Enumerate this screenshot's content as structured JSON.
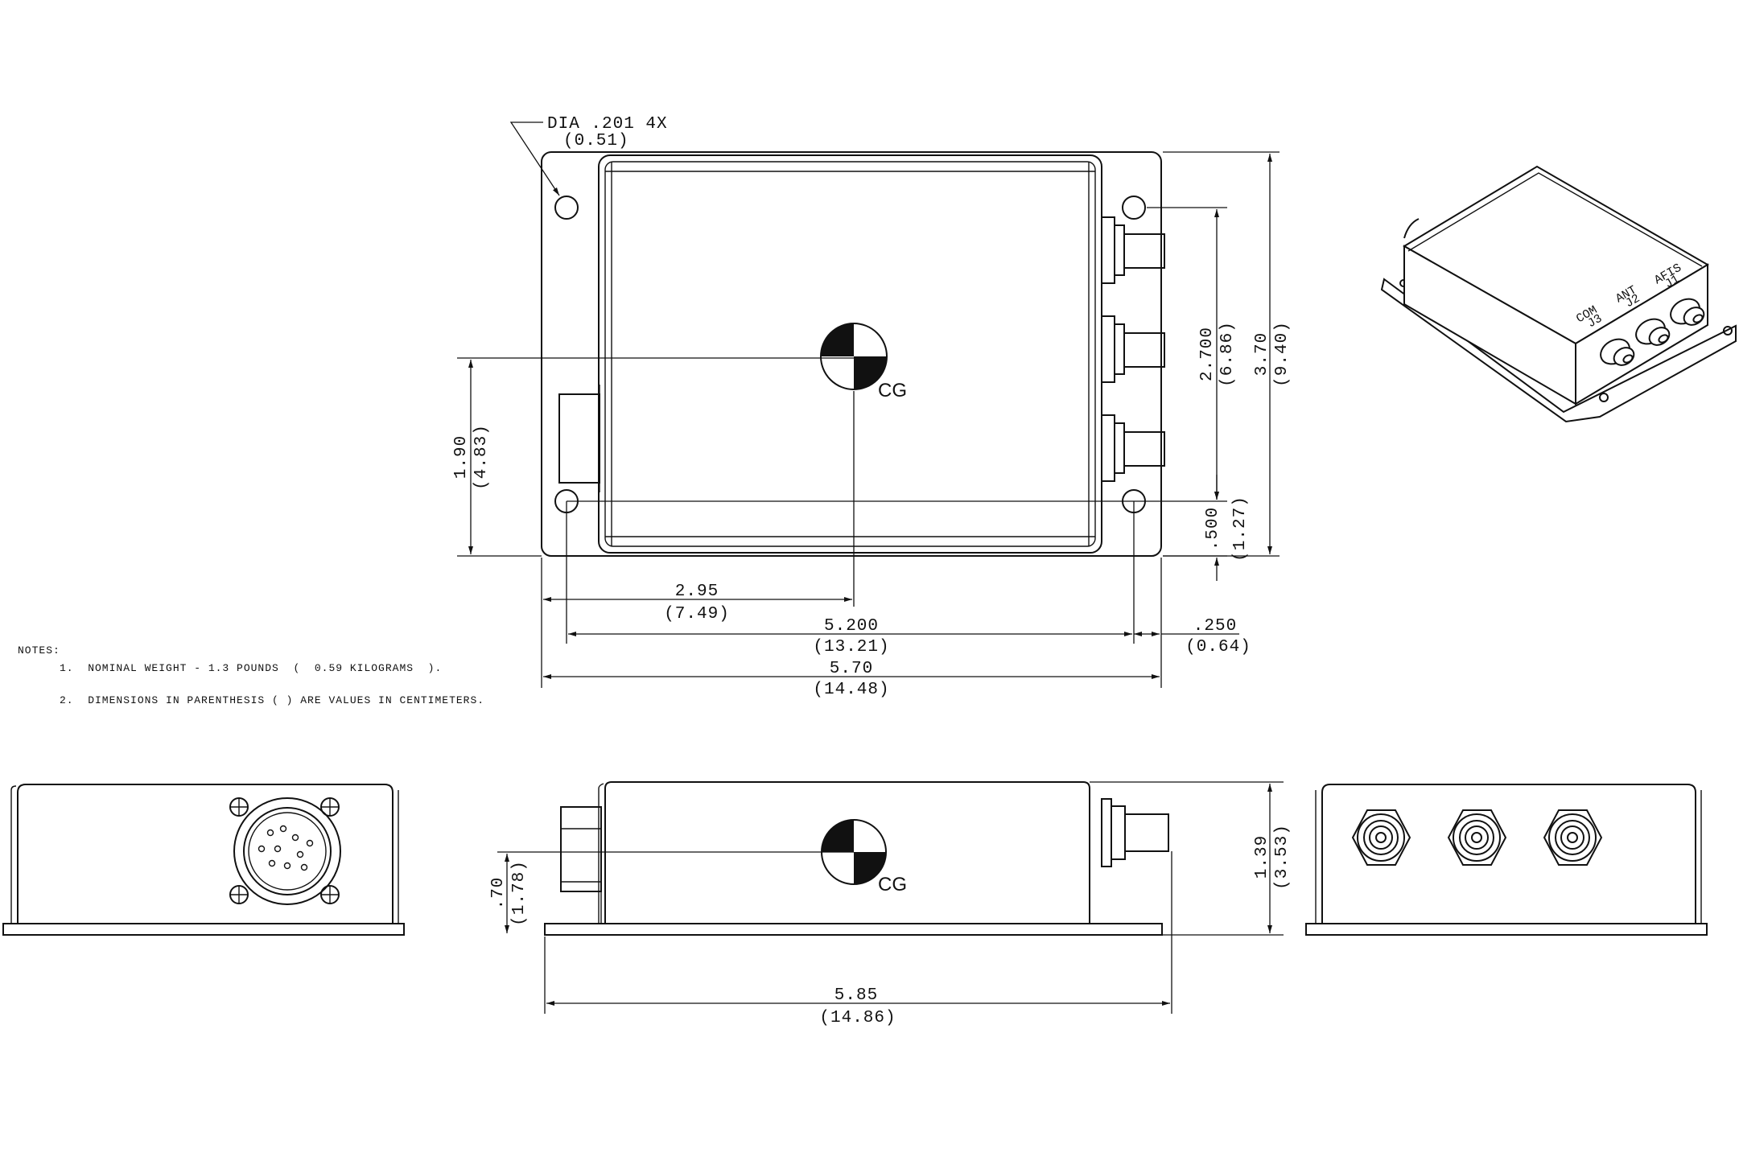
{
  "callout": {
    "dia_label": "DIA .201  4X",
    "dia_metric": "(0.51)"
  },
  "cg_label": "CG",
  "dimensions": {
    "height_190": "1.90",
    "height_190_cm": "(4.83)",
    "height_2700": "2.700",
    "height_2700_cm": "(6.86)",
    "height_370": "3.70",
    "height_370_cm": "(9.40)",
    "offset_500": ".500",
    "offset_500_cm": "(1.27)",
    "width_295": "2.95",
    "width_295_cm": "(7.49)",
    "width_5200": "5.200",
    "width_5200_cm": "(13.21)",
    "offset_250": ".250",
    "offset_250_cm": "(0.64)",
    "width_570": "5.70",
    "width_570_cm": "(14.48)",
    "height_070": ".70",
    "height_070_cm": "(1.78)",
    "height_139": "1.39",
    "height_139_cm": "(3.53)",
    "width_585": "5.85",
    "width_585_cm": "(14.86)"
  },
  "notes": {
    "heading": "NOTES:",
    "items": [
      "1.  NOMINAL WEIGHT - 1.3 POUNDS  (  0.59 KILOGRAMS  ).",
      "2.  DIMENSIONS IN PARENTHESIS ( ) ARE VALUES IN CENTIMETERS."
    ]
  },
  "iso_labels": {
    "com": "COM",
    "j3": "J3",
    "ant": "ANT",
    "j2": "J2",
    "afis": "AFIS",
    "j1": "J1"
  }
}
